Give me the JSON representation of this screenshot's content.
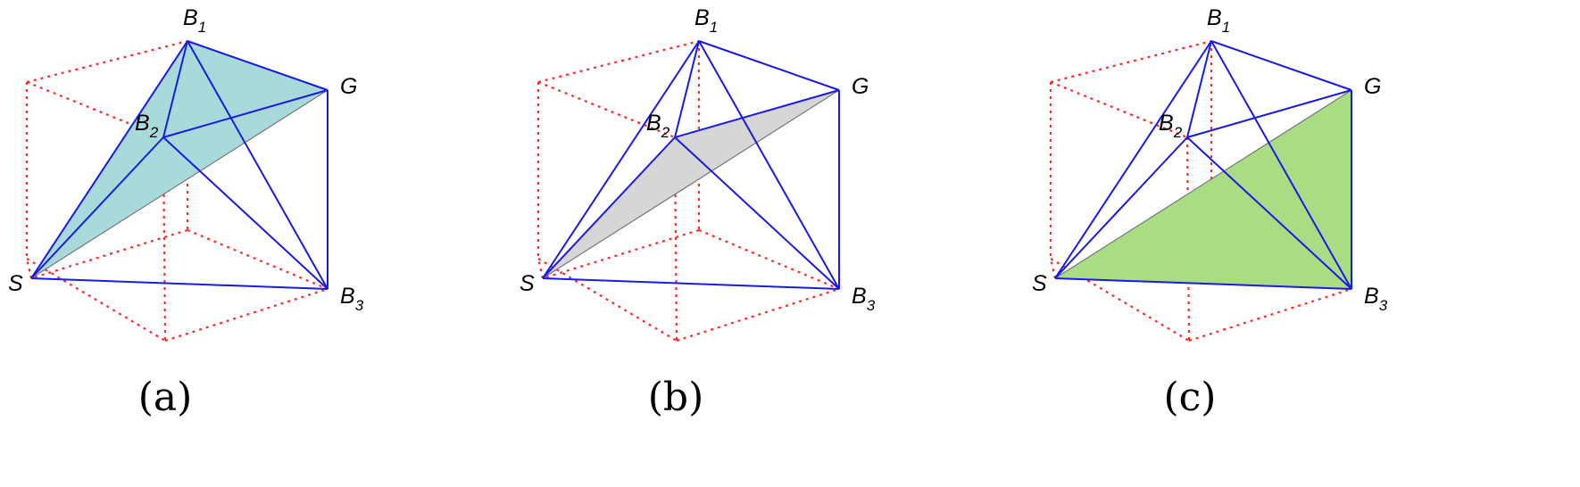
{
  "panels": [
    {
      "caption": "(a)",
      "fill_color": "#a8dadb",
      "shaded_face": [
        "S",
        "B1",
        "G"
      ]
    },
    {
      "caption": "(b)",
      "fill_color": "#d6d6d6",
      "shaded_face": [
        "S",
        "B2",
        "G"
      ]
    },
    {
      "caption": "(c)",
      "fill_color": "#a9dd84",
      "shaded_face": [
        "S",
        "G",
        "B3"
      ]
    }
  ],
  "vertex_labels": {
    "B1": {
      "base": "B",
      "sub": "1"
    },
    "B2": {
      "base": "B",
      "sub": "2"
    },
    "B3": {
      "base": "B",
      "sub": "3"
    },
    "G": {
      "base": "G",
      "sub": ""
    },
    "S": {
      "base": "S",
      "sub": ""
    }
  },
  "colors": {
    "cube_edges": "#ff2a2a",
    "solid_edges": "#1a1ae6",
    "diagonal": "#777777"
  }
}
